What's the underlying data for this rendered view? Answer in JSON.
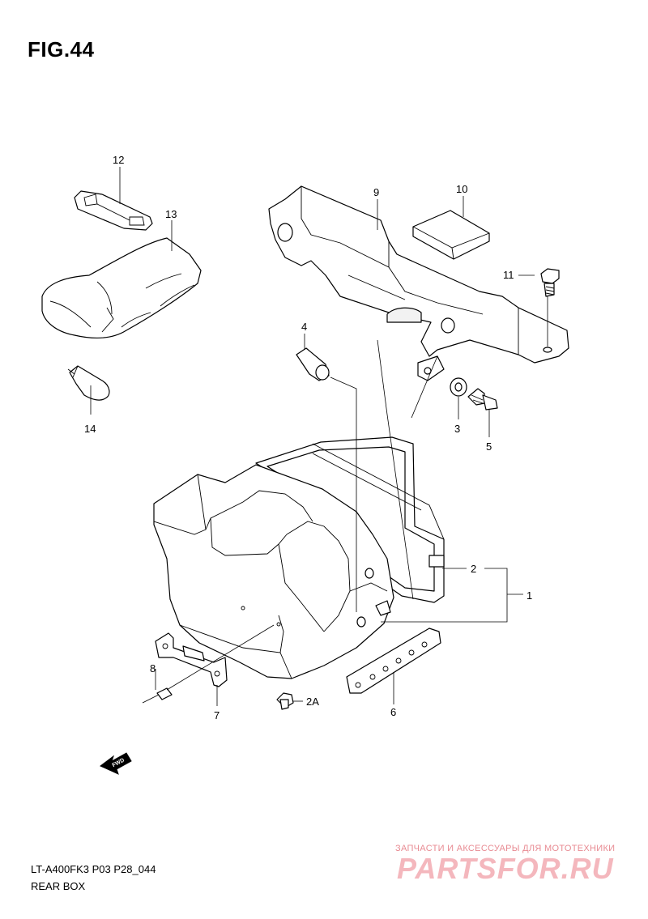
{
  "figure": {
    "title": "FIG.44",
    "code": "LT-A400FK3 P03 P28_044",
    "name": "REAR BOX"
  },
  "callouts": {
    "c1": "1",
    "c2": "2",
    "c2a": "2A",
    "c3": "3",
    "c4": "4",
    "c5": "5",
    "c6": "6",
    "c7": "7",
    "c8": "8",
    "c9": "9",
    "c10": "10",
    "c11": "11",
    "c12": "12",
    "c13": "13",
    "c14": "14"
  },
  "fwd_arrow": {
    "label": "FWD"
  },
  "watermark": {
    "tagline": "ЗАПЧАСТИ И АКСЕССУАРЫ ДЛЯ МОТОТЕХНИКИ",
    "logo": "PARTSFOR.RU"
  }
}
